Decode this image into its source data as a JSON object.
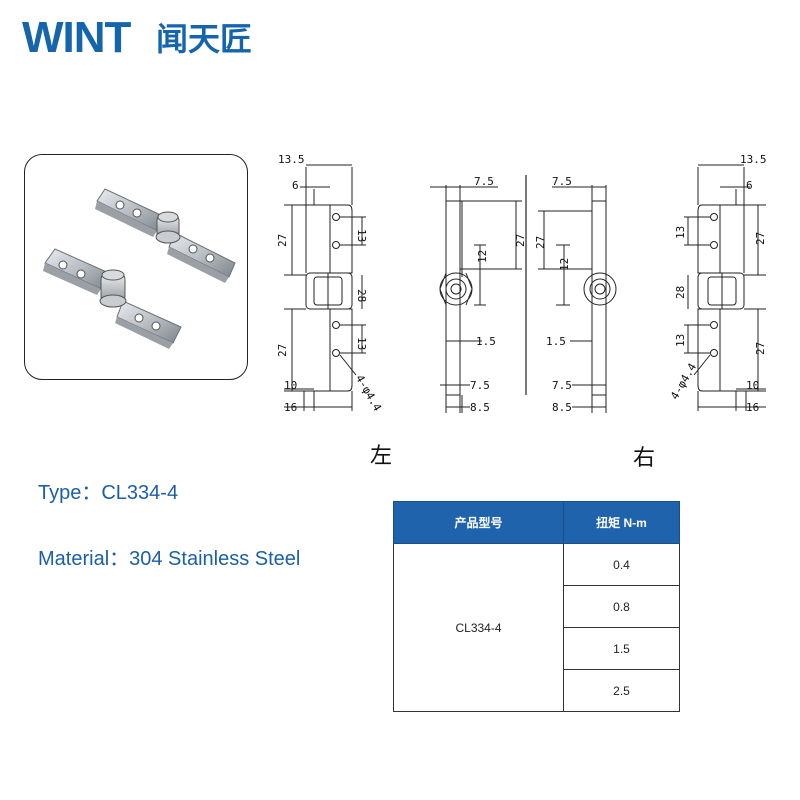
{
  "brand": {
    "latin": "WINT",
    "cjk": "闻天匠"
  },
  "drawing": {
    "left_label": "左",
    "right_label": "右",
    "dims_left": {
      "overall_top": "13.5",
      "top_small": "6",
      "upper_plate": "27",
      "hole_pitch_upper": "13",
      "barrel": "28",
      "lower_plate": "27",
      "hole_pitch_lower": "13",
      "holes": "4-φ4.4",
      "bottom_a": "10",
      "bottom_b": "16"
    },
    "dims_side_left": {
      "top": "7.5",
      "height": "27",
      "mid": "12",
      "thick": "1.5",
      "bottom_a": "7.5",
      "bottom_b": "8.5"
    },
    "dims_side_right": {
      "top": "7.5",
      "height": "27",
      "mid": "12",
      "thick": "1.5",
      "bottom_a": "7.5",
      "bottom_b": "8.5"
    },
    "dims_right": {
      "overall_top": "13.5",
      "top_small": "6",
      "hole_pitch_upper": "13",
      "upper_plate": "27",
      "barrel": "28",
      "hole_pitch_lower": "13",
      "lower_plate": "27",
      "holes": "4-φ4.4",
      "bottom_a": "10",
      "bottom_b": "16"
    }
  },
  "specs": {
    "type_label": "Type：CL334-4",
    "material_label": "Material：304 Stainless Steel"
  },
  "table": {
    "header_model": "产品型号",
    "header_torque": "扭矩 N-m",
    "model": "CL334-4",
    "torques": [
      "0.4",
      "0.8",
      "1.5",
      "2.5"
    ]
  },
  "colors": {
    "brand_blue": "#1565ad",
    "table_header": "#1f63ad",
    "spec_text": "#1c5fa6"
  }
}
